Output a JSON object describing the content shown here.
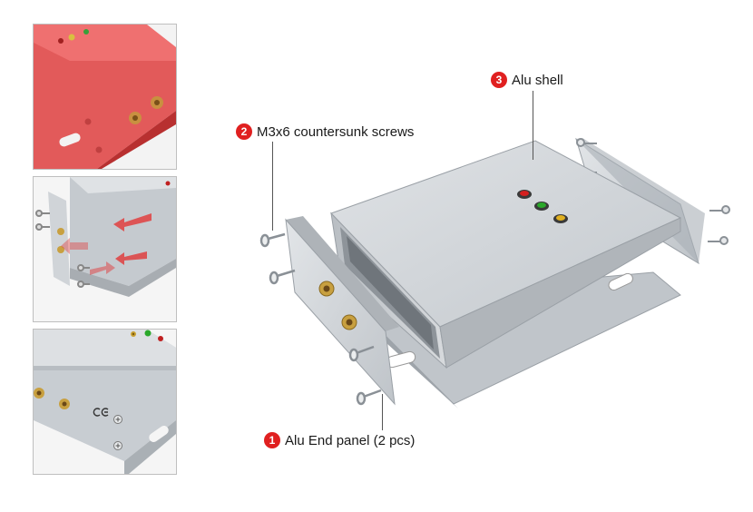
{
  "callouts": [
    {
      "num": "1",
      "label": "Alu End panel (2 pcs)"
    },
    {
      "num": "2",
      "label": "M3x6 countersunk screws"
    },
    {
      "num": "3",
      "label": "Alu shell"
    }
  ],
  "colors": {
    "badge": "#e02020",
    "aluminum": "#c8cdd2",
    "red_shell": "#e04848",
    "led_red": "#d42020",
    "led_green": "#2aa82a",
    "led_yellow": "#e0b020",
    "connector": "#c8a040"
  },
  "thumbnails": [
    {
      "id": "red-enclosure-detail"
    },
    {
      "id": "assembly-arrows-detail"
    },
    {
      "id": "ce-marked-panel-detail"
    }
  ]
}
